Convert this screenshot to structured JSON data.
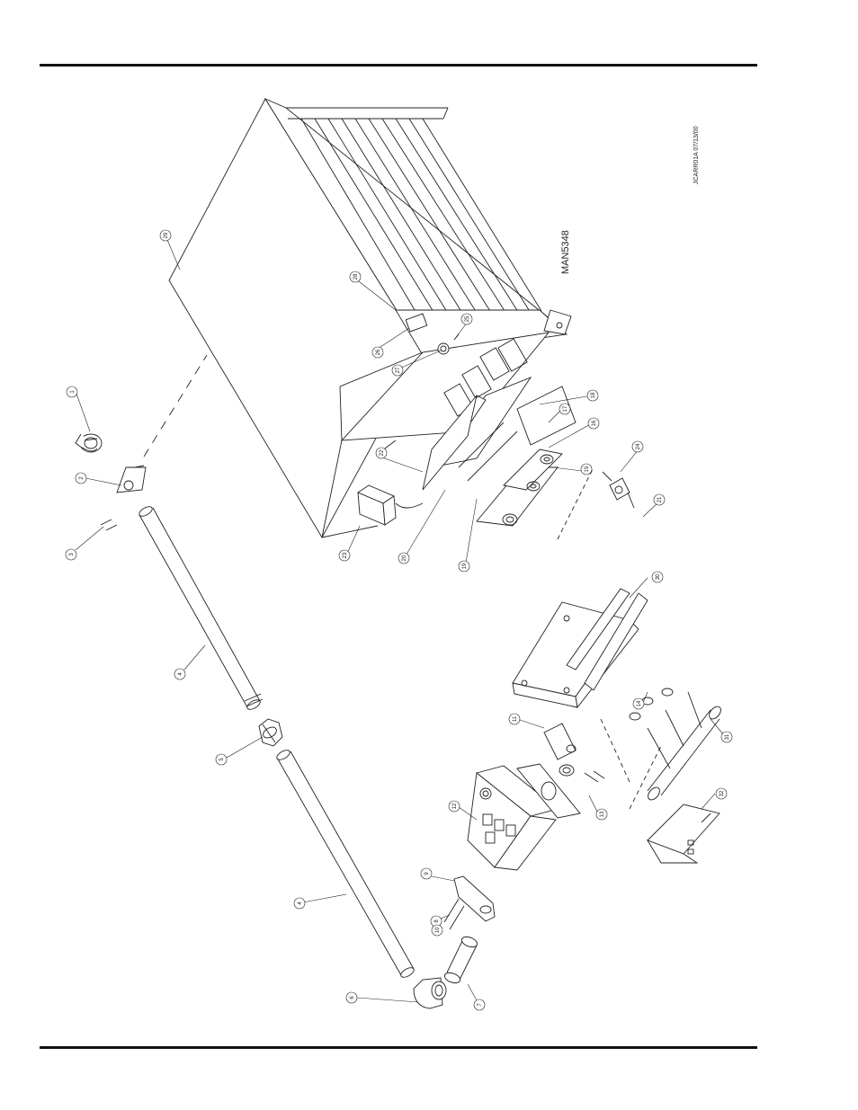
{
  "drawing": {
    "number": "MAN5348",
    "file_ref": "JCARR01A 07/13/00"
  },
  "callouts": [
    {
      "id": "c1",
      "text": "1"
    },
    {
      "id": "c2",
      "text": "2"
    },
    {
      "id": "c3",
      "text": "3"
    },
    {
      "id": "c4a",
      "text": "4"
    },
    {
      "id": "c5",
      "text": "5"
    },
    {
      "id": "c4b",
      "text": "4"
    },
    {
      "id": "c6",
      "text": "6"
    },
    {
      "id": "c7",
      "text": "7"
    },
    {
      "id": "c8",
      "text": "8"
    },
    {
      "id": "c9",
      "text": "9"
    },
    {
      "id": "c10",
      "text": "10"
    },
    {
      "id": "c11",
      "text": "11"
    },
    {
      "id": "c12",
      "text": "12"
    },
    {
      "id": "c13",
      "text": "13"
    },
    {
      "id": "c14",
      "text": "14"
    },
    {
      "id": "c15",
      "text": "15"
    },
    {
      "id": "c16",
      "text": "16"
    },
    {
      "id": "c17",
      "text": "17"
    },
    {
      "id": "c18",
      "text": "18"
    },
    {
      "id": "c19",
      "text": "19"
    },
    {
      "id": "c20",
      "text": "20"
    },
    {
      "id": "c21",
      "text": "21"
    },
    {
      "id": "c22",
      "text": "22"
    },
    {
      "id": "c23",
      "text": "23"
    },
    {
      "id": "c24",
      "text": "24"
    },
    {
      "id": "c25",
      "text": "25"
    },
    {
      "id": "c26",
      "text": "26"
    },
    {
      "id": "c27",
      "text": "27"
    },
    {
      "id": "c28",
      "text": "28"
    },
    {
      "id": "c29",
      "text": "29"
    },
    {
      "id": "c30",
      "text": "30"
    },
    {
      "id": "c31",
      "text": "31"
    },
    {
      "id": "c32",
      "text": "32"
    }
  ]
}
